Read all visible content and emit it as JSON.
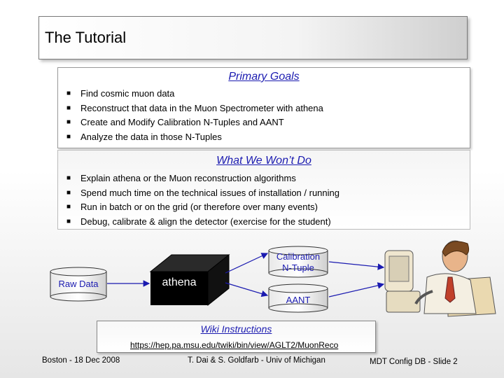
{
  "title": "The Tutorial",
  "goals": {
    "heading": "Primary Goals",
    "items": [
      "Find cosmic muon data",
      "Reconstruct that data in the Muon Spectrometer with athena",
      "Create and Modify Calibration N-Tuples and AANT",
      "Analyze the data in those N-Tuples"
    ]
  },
  "wont": {
    "heading": "What We Won’t Do",
    "items": [
      "Explain athena or the Muon reconstruction algorithms",
      "Spend much time on the technical issues of installation / running",
      "Run in batch or on the grid (or therefore over many events)",
      "Debug, calibrate & align the detector (exercise for the student)"
    ]
  },
  "diagram": {
    "raw_data": "Raw Data",
    "athena": "athena",
    "calib_line1": "Calibration",
    "calib_line2": "N-Tuple",
    "aant": "AANT"
  },
  "wiki": {
    "heading": "Wiki Instructions",
    "url": "https://hep.pa.msu.edu/twiki/bin/view/AGLT2/MuonReco"
  },
  "footer": {
    "left": "Boston - 18 Dec 2008",
    "center": "T. Dai & S. Goldfarb - Univ of Michigan",
    "right": "MDT Config DB - Slide 2"
  },
  "colors": {
    "accent_blue": "#1a1ab0",
    "box_black": "#000000"
  }
}
